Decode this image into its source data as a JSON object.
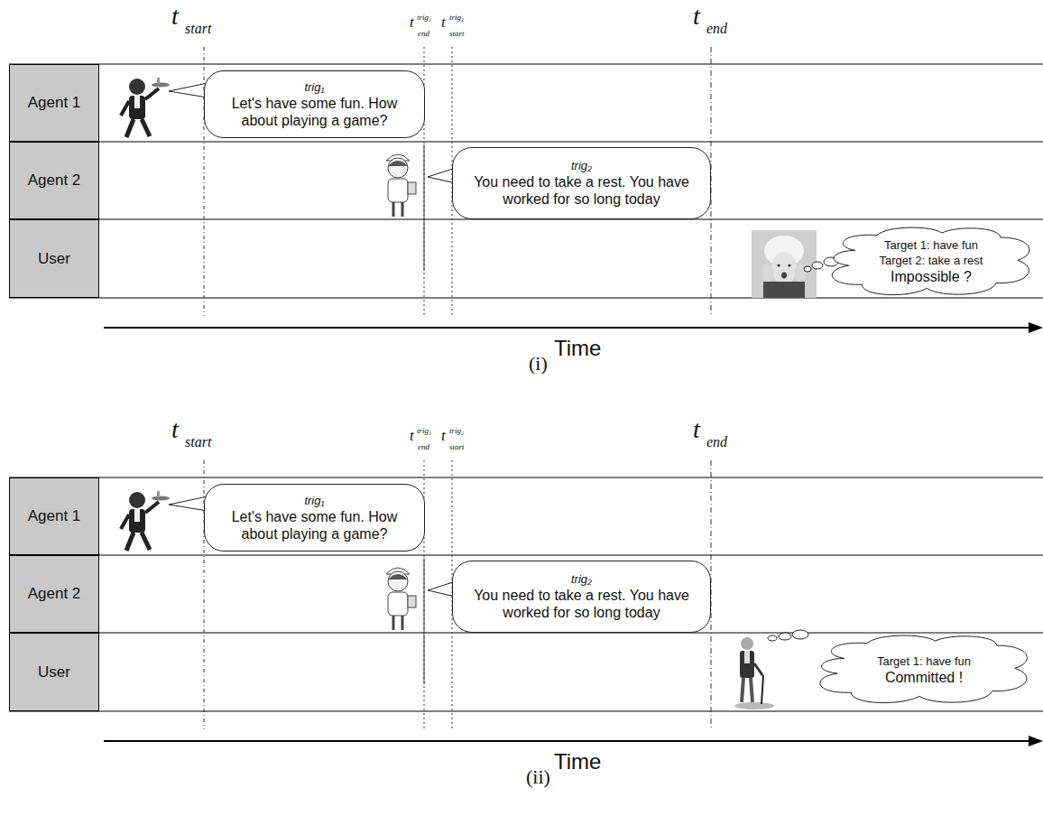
{
  "diagram": {
    "nodes": [
      {
        "text": [
          "Agent 1"
        ]
      },
      {
        "text": [
          "trig₁",
          "Let's have some fun. How about playing a game?"
        ]
      },
      {
        "text": [
          "Agent 2"
        ]
      },
      {
        "text": [
          "trig₂",
          "You need to take a rest. You have worked for so long today"
        ]
      },
      {
        "text": [
          "User"
        ]
      },
      {
        "text": [
          "Target 1: have fun",
          "Target 2: take a rest",
          "Impossible ?"
        ]
      },
      {
        "text": [
          "Agent 1"
        ]
      },
      {
        "text": [
          "trig₁",
          "Let's have some fun. How about playing a game?"
        ]
      },
      {
        "text": [
          "Agent 2"
        ]
      },
      {
        "text": [
          "trig₂",
          "You need to take a rest. You have worked for so long today"
        ]
      },
      {
        "text": [
          "User"
        ]
      },
      {
        "text": [
          "Target 1: have fun",
          "Committed !"
        ]
      }
    ],
    "edges": [],
    "labels": [
      "t",
      "start",
      "t",
      "end",
      "trig₁",
      "t",
      "start",
      "trig₂",
      "t",
      "end",
      "Time",
      "(i)",
      "t",
      "start",
      "t",
      "end",
      "trig₁",
      "t",
      "start",
      "trig₂",
      "t",
      "end",
      "Time",
      "(ii)"
    ]
  }
}
